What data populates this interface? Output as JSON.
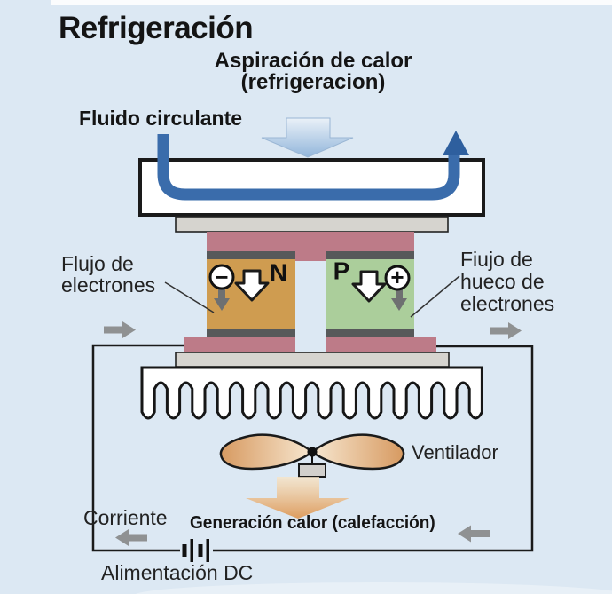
{
  "title": "Refrigeración",
  "top": {
    "heat_absorption": [
      "Aspiración de calor",
      "(refrigeracion)"
    ],
    "circulating_fluid": "Fluido circulante"
  },
  "module": {
    "n_label": "N",
    "p_label": "P",
    "minus_symbol": "−",
    "plus_symbol": "+",
    "electron_flow": [
      "Flujo de",
      "electrones"
    ],
    "hole_flow": [
      "Fiujo de",
      "hueco de",
      "electrones"
    ]
  },
  "bottom": {
    "fan_label": "Ventilador",
    "current_label": "Corriente",
    "heat_generation_label": "Generación calor (calefacción)",
    "dc_supply_label": "Alimentación DC"
  },
  "colors": {
    "background": "#dce8f3",
    "block_n": "#cf9c50",
    "block_p": "#abce9b",
    "electrode_pink": "#bd7b88",
    "ceramic_gray": "#d6d4cf",
    "contact_dark": "#57595a",
    "tube_blue": "#3a6cab",
    "arrow_blue_dark": "#2e5f9e",
    "arrow_gray": "#8f9192",
    "outline_black": "#1a1a1a"
  }
}
